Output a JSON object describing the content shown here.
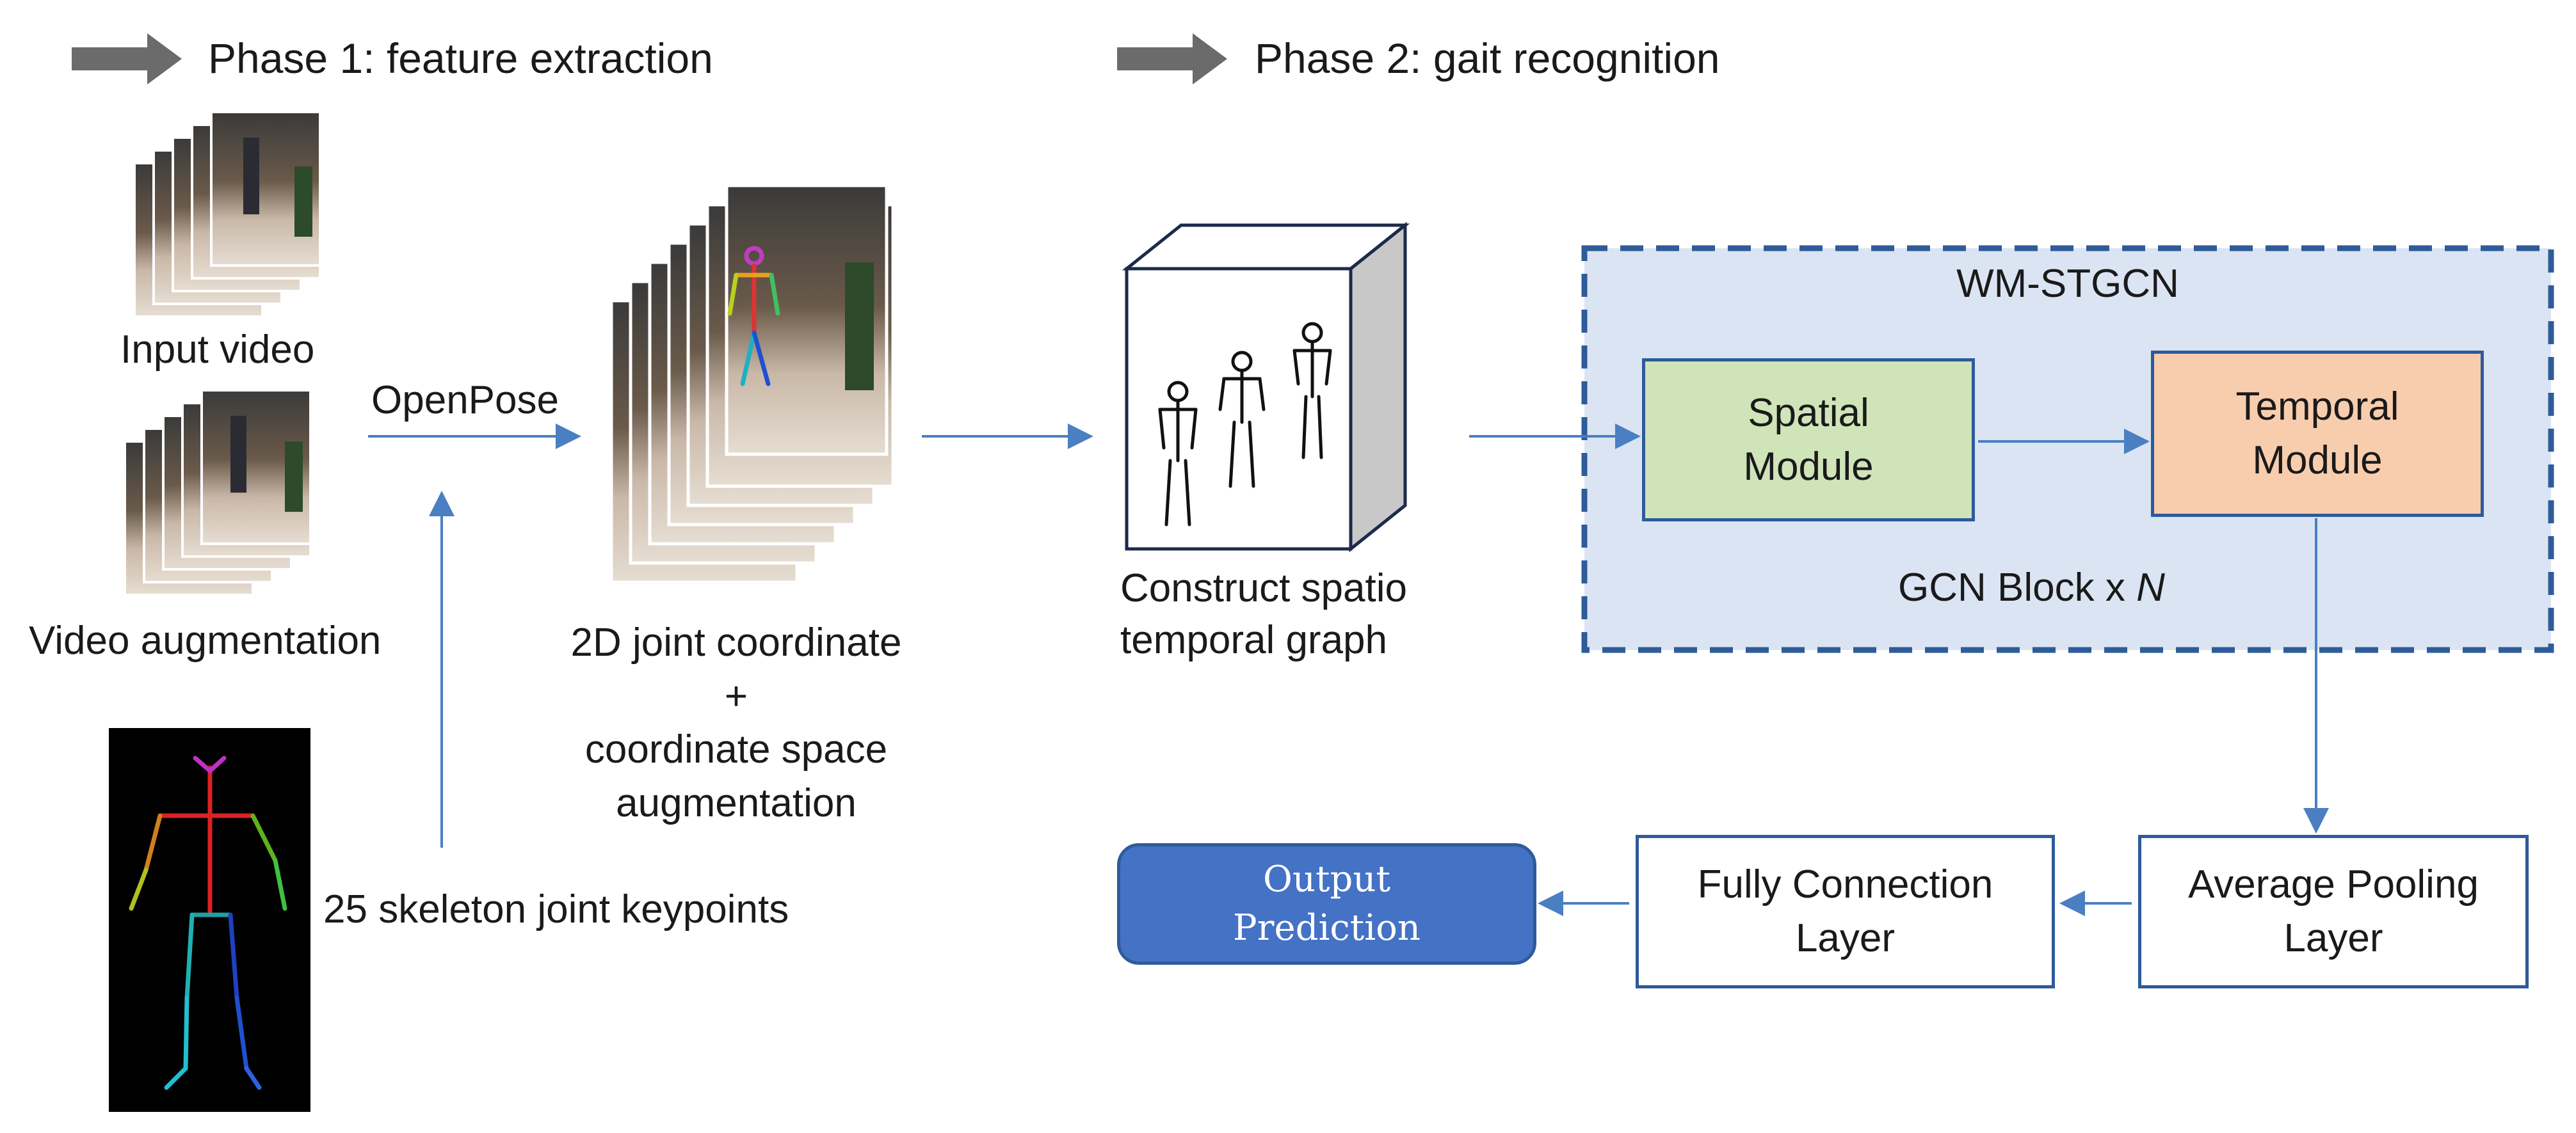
{
  "phases": {
    "phase1": "Phase 1: feature extraction",
    "phase2": "Phase 2: gait recognition"
  },
  "labels": {
    "input_video": "Input video",
    "video_augmentation": "Video augmentation",
    "openpose": "OpenPose",
    "joint_coordinate_line1": "2D joint coordinate",
    "joint_coordinate_line2": "+",
    "joint_coordinate_line3": "coordinate space",
    "joint_coordinate_line4": "augmentation",
    "skeleton_keypoints": "25 skeleton joint keypoints",
    "construct_line1": "Construct spatio",
    "construct_line2": "temporal graph",
    "wm_stgcn": "WM-STGCN",
    "gcn_block": "GCN Block  x ",
    "gcn_block_n": "N"
  },
  "modules": {
    "spatial": "Spatial\nModule",
    "temporal": "Temporal\nModule",
    "average_pooling": "Average Pooling\nLayer",
    "fully_connection": "Fully Connection\nLayer",
    "output": "Output\nPrediction"
  },
  "colors": {
    "arrow": "#4a7fc1",
    "phase_arrow": "#6b6b6b",
    "wm_panel_fill": "#dbe4f3",
    "wm_panel_border": "#2e5b9a",
    "spatial_fill": "#cfe4b9",
    "temporal_fill": "#f8cdae",
    "output_fill": "#4472c4",
    "output_text": "#ffffff"
  }
}
